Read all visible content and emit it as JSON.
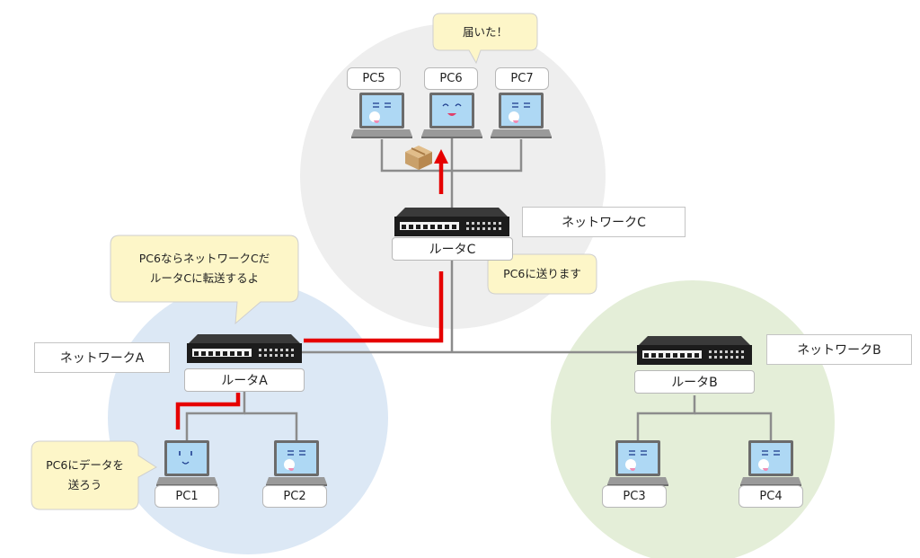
{
  "networks": {
    "a": {
      "label": "ネットワークA"
    },
    "b": {
      "label": "ネットワークB"
    },
    "c": {
      "label": "ネットワークC"
    }
  },
  "routers": {
    "a": {
      "label": "ルータA"
    },
    "b": {
      "label": "ルータB"
    },
    "c": {
      "label": "ルータC"
    }
  },
  "pcs": {
    "pc1": {
      "label": "PC1"
    },
    "pc2": {
      "label": "PC2"
    },
    "pc3": {
      "label": "PC3"
    },
    "pc4": {
      "label": "PC4"
    },
    "pc5": {
      "label": "PC5"
    },
    "pc6": {
      "label": "PC6"
    },
    "pc7": {
      "label": "PC7"
    }
  },
  "bubbles": {
    "pc6_reply": {
      "lines": [
        "届いた！"
      ]
    },
    "router_a": {
      "lines": [
        "PC6ならネットワークCだ",
        "ルータCに転送するよ"
      ]
    },
    "router_c": {
      "lines": [
        "PC6に送ります"
      ]
    },
    "pc1": {
      "lines": [
        "PC6にデータを",
        "送ろう"
      ]
    }
  },
  "colors": {
    "network_a_bg": "#dce8f5",
    "network_b_bg": "#e4eed8",
    "network_c_bg": "#eeeeee",
    "bubble_fill": "#fdf6c8",
    "bubble_stroke": "#cfcfcf",
    "cable": "#8c8c8c",
    "route_path": "#e60000",
    "screen": "#aed8f4",
    "router_body": "#1c1c1c",
    "package": "#c9a06a"
  }
}
